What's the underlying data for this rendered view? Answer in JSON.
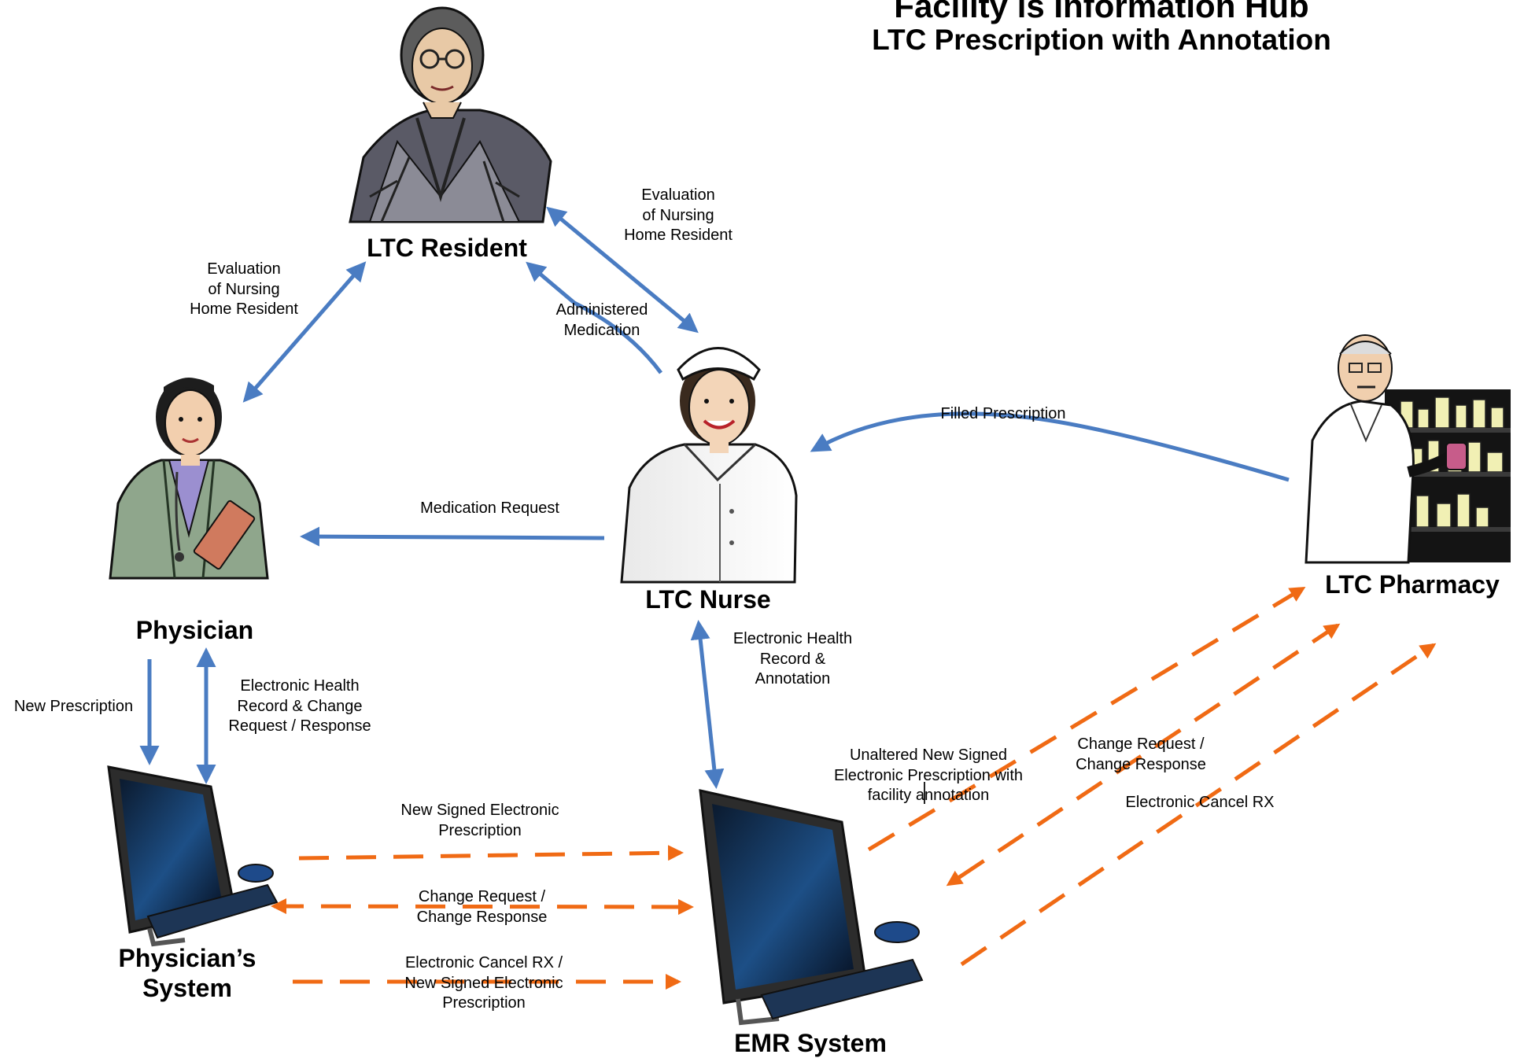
{
  "title": {
    "line1": "Facility is Information Hub",
    "line2": "LTC Prescription with Annotation"
  },
  "nodes": {
    "resident": "LTC Resident",
    "physician": "Physician",
    "nurse": "LTC Nurse",
    "pharmacy": "LTC Pharmacy",
    "physician_system": "Physician’s\nSystem",
    "emr": "EMR System"
  },
  "edges": {
    "physician_resident": "Evaluation\nof Nursing\nHome Resident",
    "nurse_resident": "Evaluation\nof Nursing\nHome Resident",
    "administered": "Administered\nMedication",
    "filled": "Filled Prescription",
    "medication_request": "Medication Request",
    "new_prescription": "New Prescription",
    "physician_ehr": "Electronic Health\nRecord & Change\nRequest / Response",
    "nurse_ehr": "Electronic Health\nRecord &\nAnnotation",
    "unaltered": "Unaltered New Signed\nElectronic Prescription with\nfacility annotation",
    "pharmacy_change": "Change Request /\nChange Response",
    "pharmacy_cancel": "Electronic Cancel RX",
    "sys_new_signed": "New Signed Electronic\nPrescription",
    "sys_change": "Change Request /\nChange Response",
    "sys_cancel": "Electronic Cancel RX /\nNew Signed Electronic\nPrescription"
  },
  "colors": {
    "solid_arrow": "#4a7cc2",
    "dashed_arrow": "#f06a14"
  },
  "icons": [
    "elderly-woman-icon",
    "doctor-icon",
    "nurse-icon",
    "pharmacist-icon",
    "computer-icon"
  ]
}
